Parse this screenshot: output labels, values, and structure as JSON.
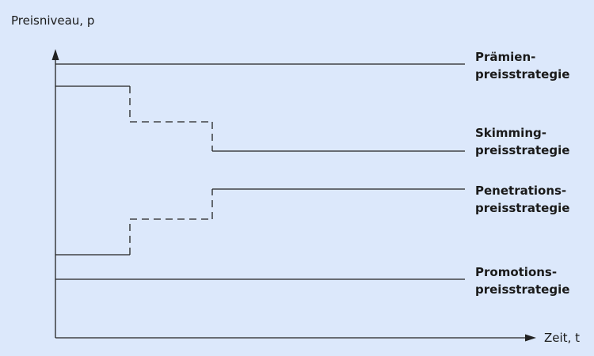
{
  "axes": {
    "y_label": "Preisniveau, p",
    "x_label": "Zeit, t"
  },
  "strategies": [
    {
      "line1": "Prämien-",
      "line2": "preisstrategie"
    },
    {
      "line1": "Skimming-",
      "line2": "preisstrategie"
    },
    {
      "line1": "Penetrations-",
      "line2": "preisstrategie"
    },
    {
      "line1": "Promotions-",
      "line2": "preisstrategie"
    }
  ],
  "colors": {
    "background": "#dce8fb",
    "line": "#222222"
  }
}
